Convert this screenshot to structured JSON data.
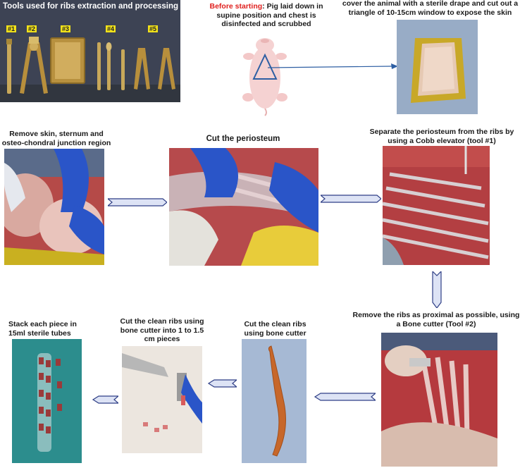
{
  "tools_panel": {
    "title": "Tools used for ribs extraction and processing",
    "labels": [
      "#1",
      "#2",
      "#3",
      "#4",
      "#5"
    ]
  },
  "before": {
    "lead": "Before starting",
    "text": ": Pig laid down in supine position and chest is disinfected and scrubbed"
  },
  "steps": {
    "drape": "cover the animal with a sterile drape and cut out a triangle of 10-15cm window to expose the skin",
    "remove_skin": "Remove skin, sternum and osteo-chondral junction region",
    "cut_periosteum": "Cut the periosteum",
    "separate": "Separate the periosteum from the ribs by using a Cobb elevator (tool #1)",
    "remove_ribs": "Remove the ribs as proximal as possible, using a Bone cutter (Tool #2)",
    "cut_clean": "Cut the clean ribs using bone cutter",
    "cut_pieces": "Cut the clean ribs using bone cutter into 1 to 1.5 cm pieces",
    "stack": "Stack each piece in 15ml sterile tubes"
  },
  "colors": {
    "accent_red": "#e0201e",
    "arrow_fill": "#dde3f5",
    "arrow_stroke": "#2f3f86",
    "connector": "#2e5fa3",
    "tools_bg": "#3d4354",
    "label_yellow": "#f2e21a"
  }
}
